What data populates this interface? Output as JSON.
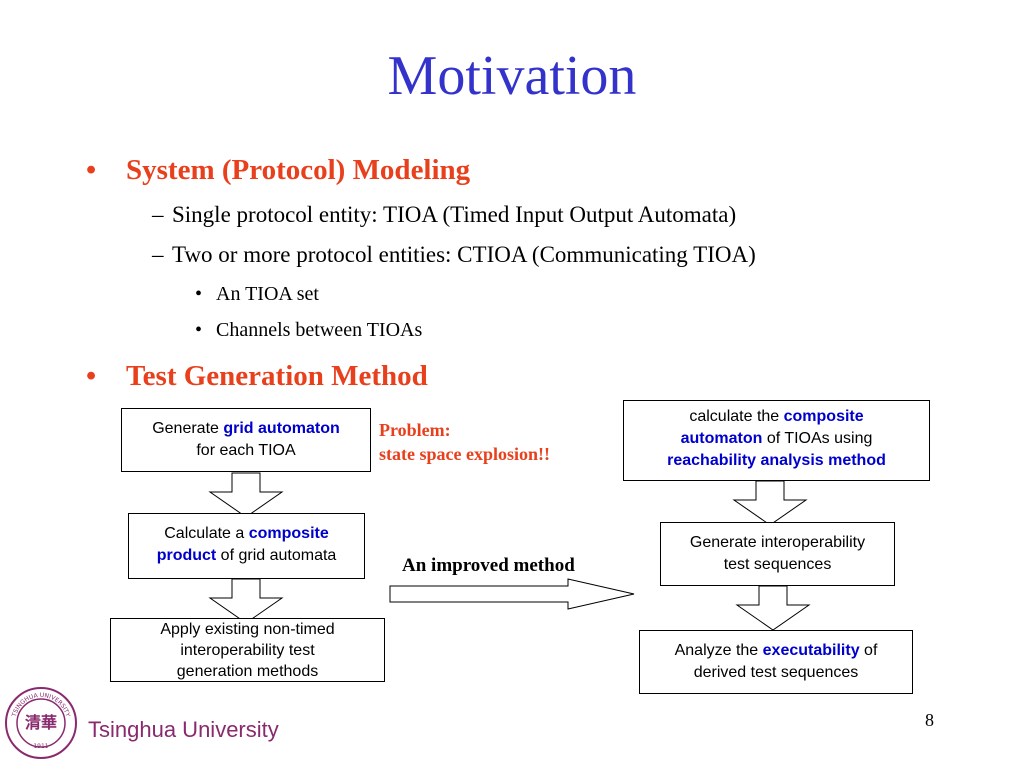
{
  "title": "Motivation",
  "bullets": {
    "b1": "System (Protocol) Modeling",
    "b1_sub1": "Single protocol entity: TIOA (Timed Input Output Automata)",
    "b1_sub2": "Two or more protocol entities: CTIOA (Communicating TIOA)",
    "b1_sub2_a": "An TIOA set",
    "b1_sub2_b": "Channels between TIOAs",
    "b2": "Test Generation Method"
  },
  "left_flow": {
    "box1": {
      "t1": "Generate ",
      "t2": "grid automaton",
      "t3": "for each TIOA"
    },
    "box2": {
      "t1": "Calculate a ",
      "t2": "composite",
      "t3": "product",
      "t4": " of grid automata"
    },
    "box3": {
      "t1": "Apply existing non-timed",
      "t2": "interoperability test",
      "t3": "generation methods"
    }
  },
  "problem": {
    "line1": "Problem:",
    "line2": "state space explosion!!"
  },
  "improved_label": "An improved method",
  "right_flow": {
    "box1": {
      "t1": "calculate the ",
      "t2": "composite",
      "t3": "automaton",
      "t4": " of TIOAs using",
      "t5": "reachability analysis method"
    },
    "box2": {
      "t1": "Generate interoperability",
      "t2": "test sequences"
    },
    "box3": {
      "t1": "Analyze the ",
      "t2": "executability",
      "t3": " of",
      "t4": "derived test sequences"
    }
  },
  "footer": {
    "university": "Tsinghua University",
    "seal_year": "1911",
    "seal_text": "TSINGHUA UNIVERSITY"
  },
  "page_number": "8",
  "colors": {
    "title": "#3333cc",
    "heading": "#e8401c",
    "keyword": "#0000cc",
    "footer": "#8a2a6e"
  }
}
